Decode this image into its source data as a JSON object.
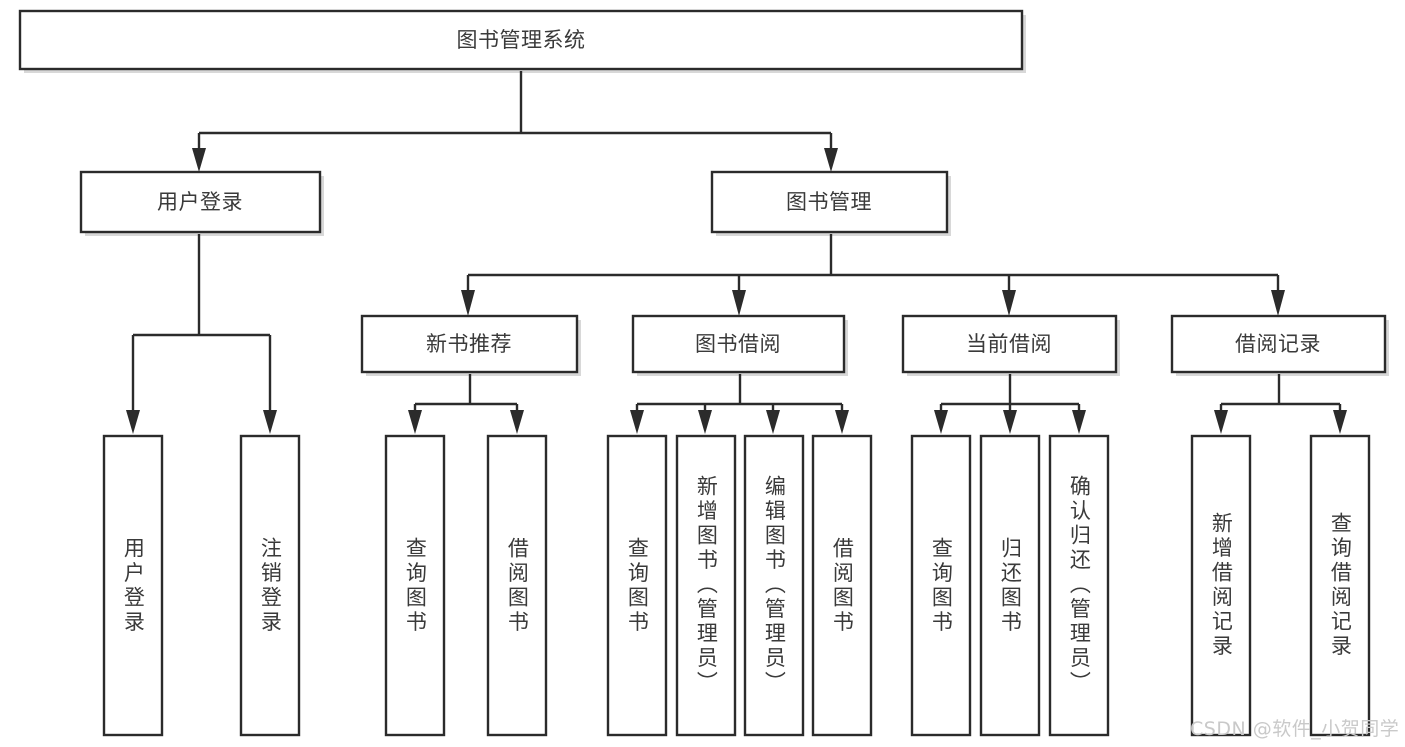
{
  "diagram": {
    "type": "tree-hierarchy",
    "title": "图书管理系统",
    "root": {
      "id": "root",
      "label": "图书管理系统",
      "orientation": "horizontal"
    },
    "level1": [
      {
        "id": "user-login",
        "label": "用户登录",
        "orientation": "horizontal"
      },
      {
        "id": "book-manage",
        "label": "图书管理",
        "orientation": "horizontal"
      }
    ],
    "level2": [
      {
        "id": "new-book-recommend",
        "label": "新书推荐",
        "orientation": "horizontal",
        "parent": "book-manage"
      },
      {
        "id": "book-borrow",
        "label": "图书借阅",
        "orientation": "horizontal",
        "parent": "book-manage"
      },
      {
        "id": "current-borrow",
        "label": "当前借阅",
        "orientation": "horizontal",
        "parent": "book-manage"
      },
      {
        "id": "borrow-record",
        "label": "借阅记录",
        "orientation": "horizontal",
        "parent": "book-manage"
      }
    ],
    "leaves": [
      {
        "id": "leaf-user-login",
        "label": "用户登录",
        "orientation": "vertical",
        "parent": "user-login"
      },
      {
        "id": "leaf-logout",
        "label": "注销登录",
        "orientation": "vertical",
        "parent": "user-login"
      },
      {
        "id": "leaf-query-book-1",
        "label": "查询图书",
        "orientation": "vertical",
        "parent": "new-book-recommend"
      },
      {
        "id": "leaf-borrow-book-1",
        "label": "借阅图书",
        "orientation": "vertical",
        "parent": "new-book-recommend"
      },
      {
        "id": "leaf-query-book-2",
        "label": "查询图书",
        "orientation": "vertical",
        "parent": "book-borrow"
      },
      {
        "id": "leaf-add-book",
        "label": "新增图书（管理员）",
        "orientation": "vertical",
        "parent": "book-borrow"
      },
      {
        "id": "leaf-edit-book",
        "label": "编辑图书（管理员）",
        "orientation": "vertical",
        "parent": "book-borrow"
      },
      {
        "id": "leaf-borrow-book-2",
        "label": "借阅图书",
        "orientation": "vertical",
        "parent": "book-borrow"
      },
      {
        "id": "leaf-query-book-3",
        "label": "查询图书",
        "orientation": "vertical",
        "parent": "current-borrow"
      },
      {
        "id": "leaf-return-book",
        "label": "归还图书",
        "orientation": "vertical",
        "parent": "current-borrow"
      },
      {
        "id": "leaf-confirm-return",
        "label": "确认归还（管理员）",
        "orientation": "vertical",
        "parent": "current-borrow"
      },
      {
        "id": "leaf-add-record",
        "label": "新增借阅记录",
        "orientation": "vertical",
        "parent": "borrow-record"
      },
      {
        "id": "leaf-query-record",
        "label": "查询借阅记录",
        "orientation": "vertical",
        "parent": "borrow-record"
      }
    ],
    "colors": {
      "background": "#ffffff",
      "box_fill": "#ffffff",
      "box_stroke": "#2b2b2b",
      "text": "#3a3a3a",
      "shadow": "#b8b8b8",
      "watermark": "#c9c9c9"
    }
  },
  "watermark": {
    "text": "CSDN @软件_小贺同学"
  }
}
